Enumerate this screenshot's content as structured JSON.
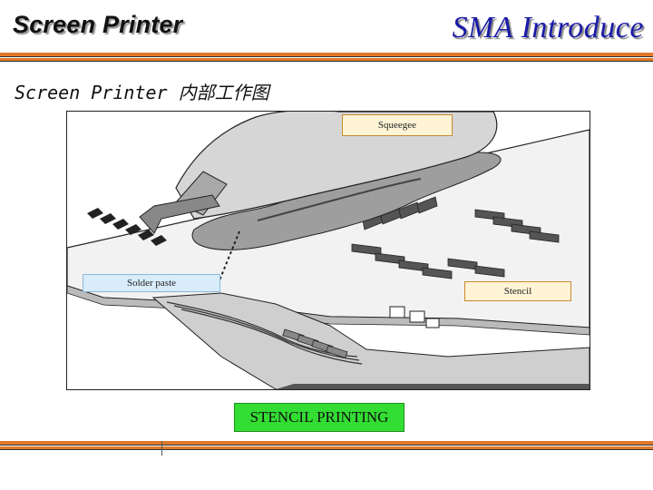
{
  "header": {
    "title_left": "Screen Printer",
    "title_right": "SMA Introduce"
  },
  "subtitle": "Screen Printer 内部工作图",
  "diagram": {
    "labels": {
      "squeegee": "Squeegee",
      "solder_paste": "Solder paste",
      "stencil": "Stencil"
    },
    "caption": "STENCIL PRINTING"
  },
  "colors": {
    "title_right": "#1a1aa8",
    "rule_orange": "#e07828",
    "caption_bg": "#33dd33",
    "label_bg": "#fff4d6",
    "solder_label_bg": "#d8ecfa"
  }
}
